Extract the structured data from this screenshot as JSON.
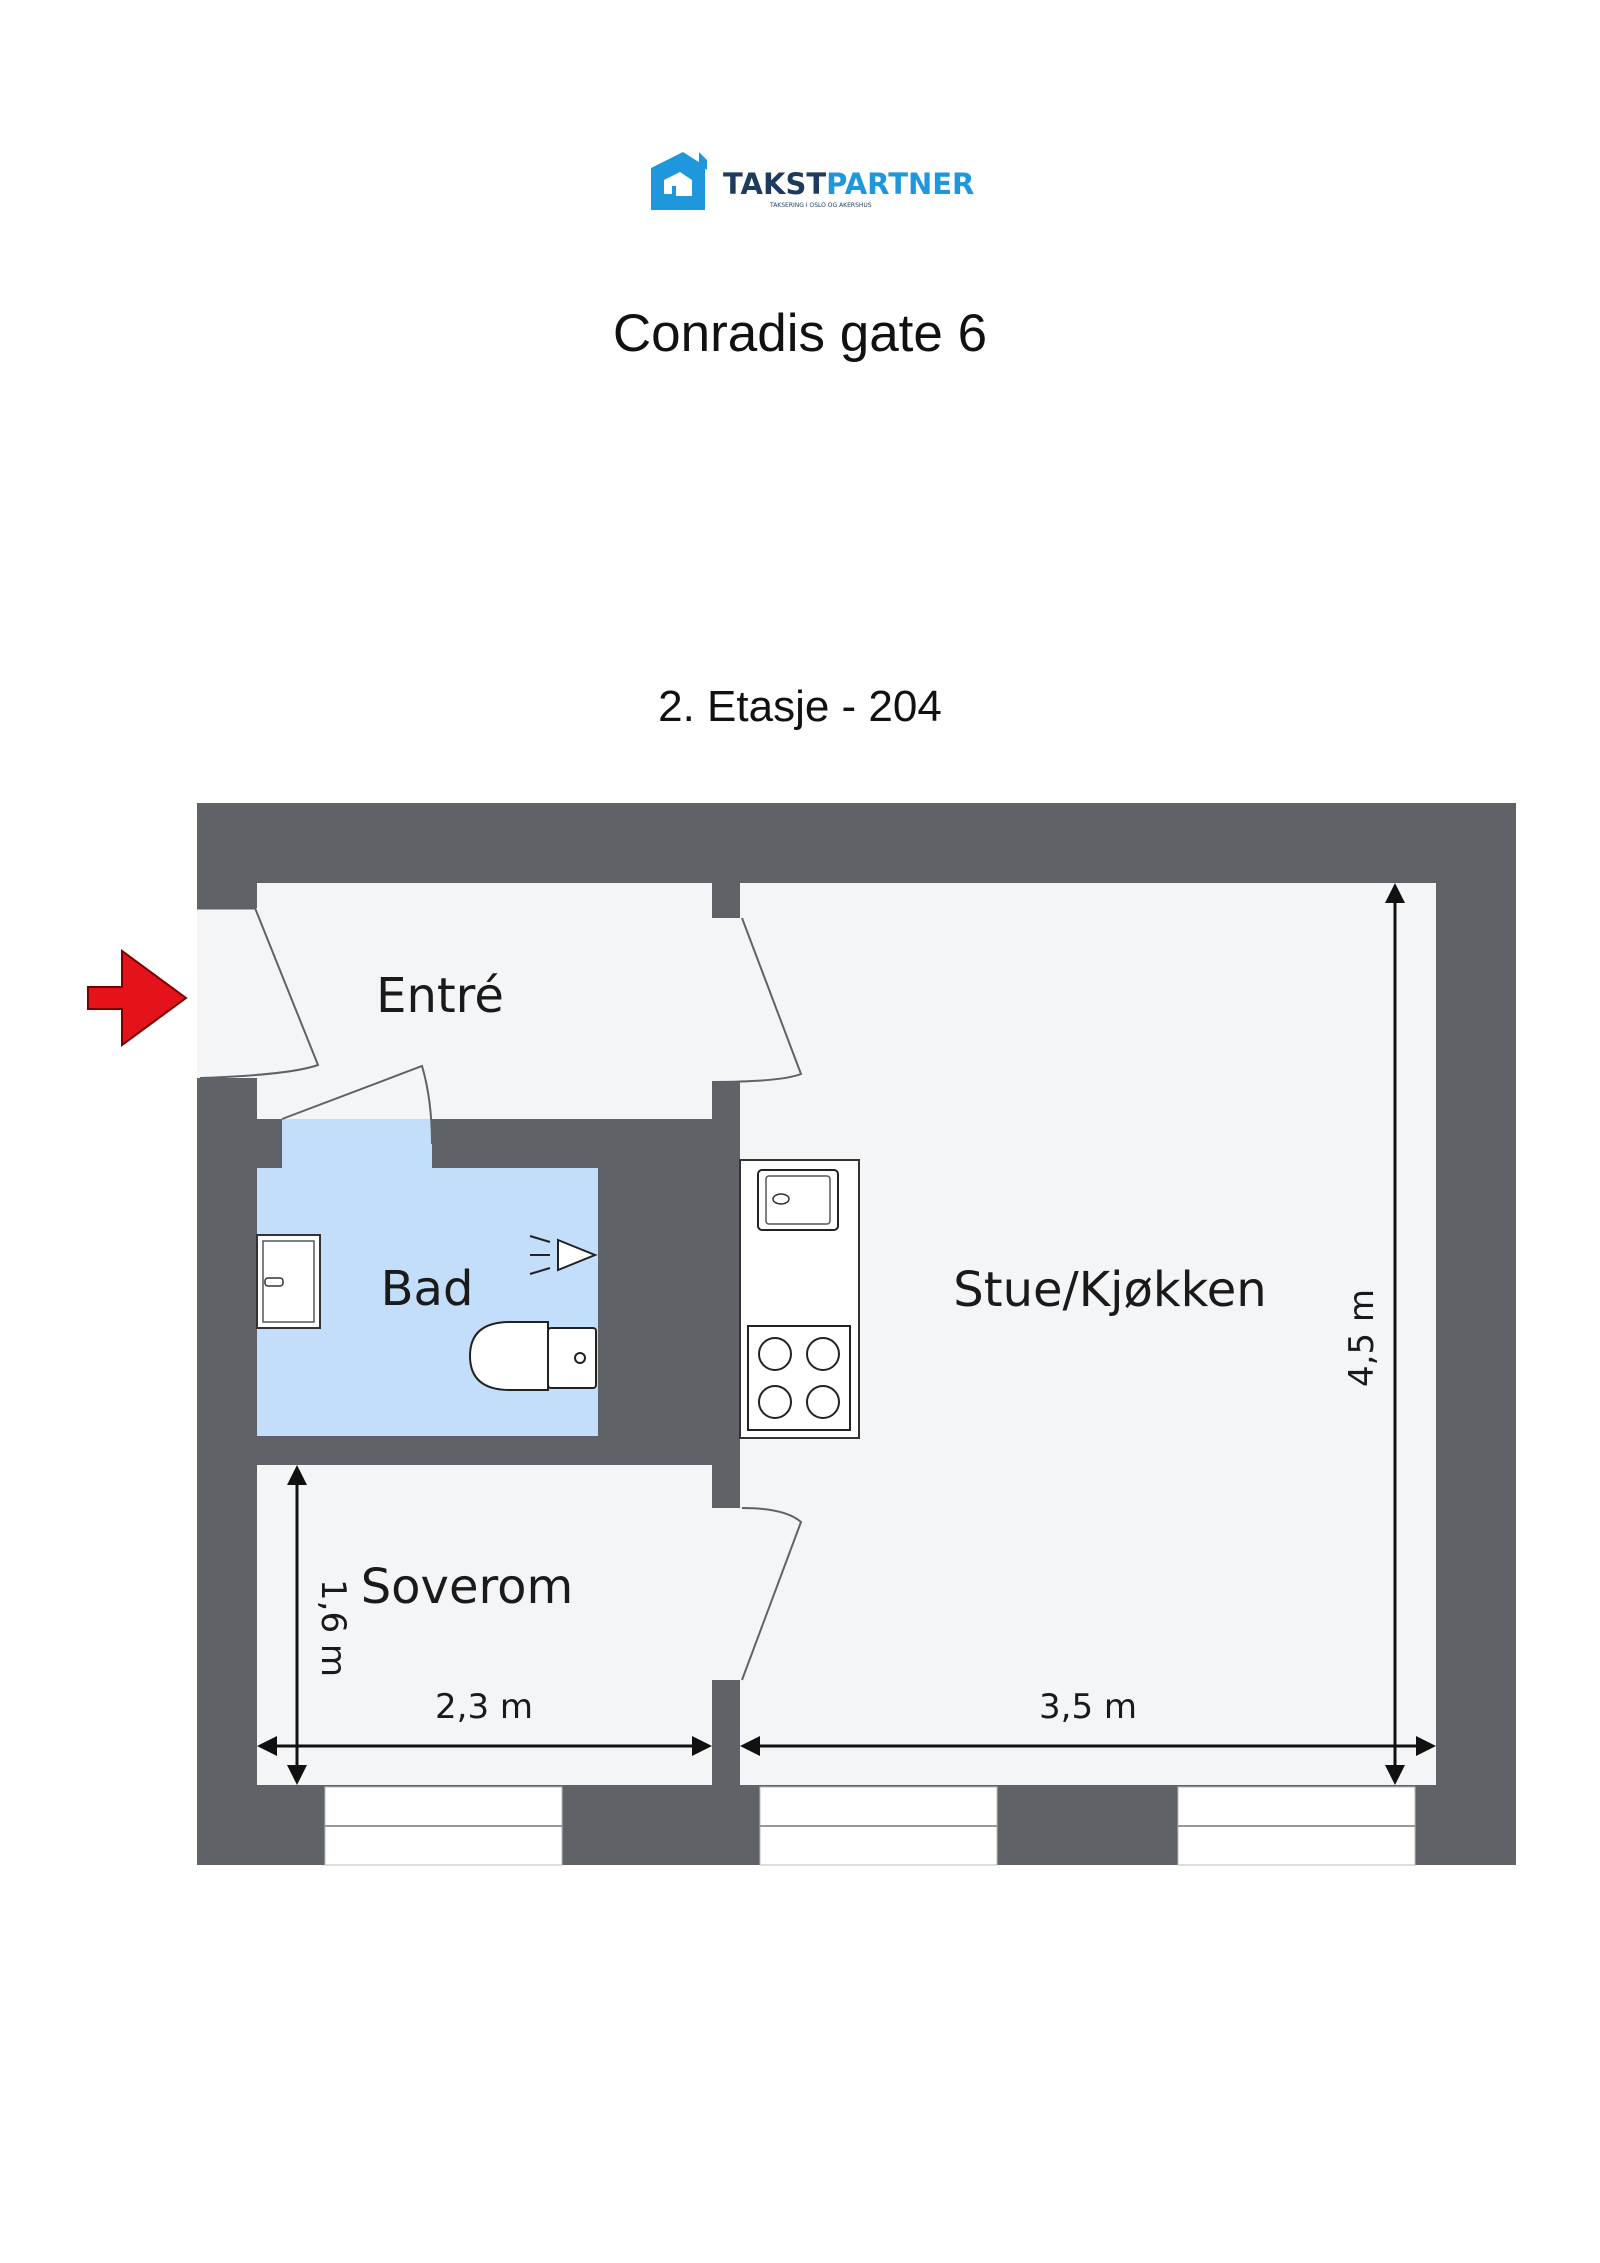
{
  "logo": {
    "brand_part1": "TAKST",
    "brand_part2": "PARTNER",
    "tagline": "TAKSERING I OSLO OG AKERSHUS",
    "colors": {
      "primary": "#1f97dd",
      "dark": "#1d3b5c"
    }
  },
  "title": "Conradis gate 6",
  "floor_label": "2. Etasje - 204",
  "rooms": {
    "entre": "Entré",
    "bad": "Bad",
    "stue_kjokken": "Stue/Kjøkken",
    "soverom": "Soverom"
  },
  "dimensions": {
    "soverom_width": "2,3 m",
    "soverom_depth": "1,6 m",
    "stue_width": "3,5 m",
    "stue_depth": "4,5 m"
  },
  "colors": {
    "wall": "#5f6368",
    "floor": "#f4f5f7",
    "bathroom": "#c2defb",
    "entrance_arrow": "#e3121b"
  },
  "icons": [
    "entrance-arrow-icon",
    "shower-icon",
    "sink-icon",
    "toilet-icon",
    "kitchen-sink-icon",
    "stove-icon"
  ]
}
